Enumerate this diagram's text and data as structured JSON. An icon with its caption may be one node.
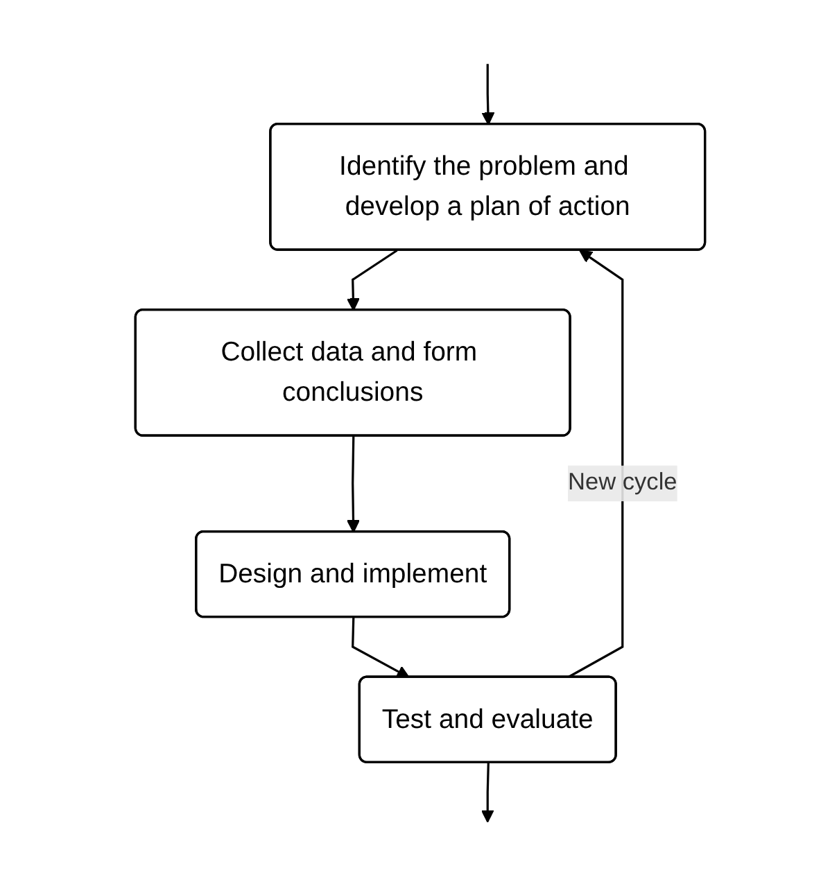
{
  "diagram": {
    "nodes": [
      {
        "text": [
          "Identify the problem and develop a plan of action"
        ]
      },
      {
        "text": [
          "Collect data and form conclusions"
        ]
      },
      {
        "text": [
          "Design and implement"
        ]
      },
      {
        "text": [
          "Test and evaluate"
        ]
      }
    ],
    "edges": [
      {
        "from": null,
        "to": 0,
        "arrow": "to"
      },
      {
        "from": 0,
        "to": 1,
        "arrow": "to"
      },
      {
        "from": 1,
        "to": 2,
        "arrow": "to"
      },
      {
        "from": 2,
        "to": 3,
        "arrow": "to"
      },
      {
        "from": 3,
        "to": 0,
        "arrow": "to",
        "label": "New cycle"
      },
      {
        "from": 3,
        "to": null,
        "arrow": "to"
      }
    ]
  }
}
